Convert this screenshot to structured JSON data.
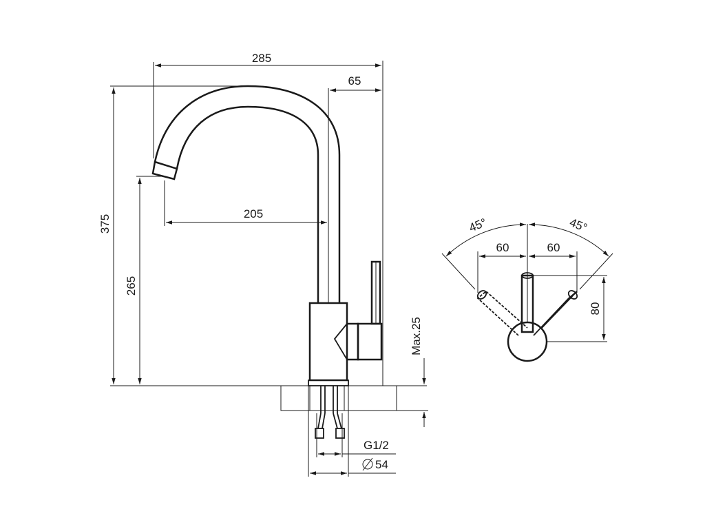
{
  "drawing": {
    "side_view": {
      "total_width": "285",
      "spout_reach": "205",
      "spout_offset": "65",
      "total_height": "375",
      "spout_height": "265",
      "max_deck_thickness": "Max.25",
      "thread": "G1/2",
      "base_diameter": "54"
    },
    "top_view": {
      "angle_left": "45°",
      "angle_right": "45°",
      "offset_left": "60",
      "offset_right": "60",
      "handle_depth": "80"
    }
  },
  "colors": {
    "line": "#1a1a1a",
    "background": "#ffffff"
  }
}
